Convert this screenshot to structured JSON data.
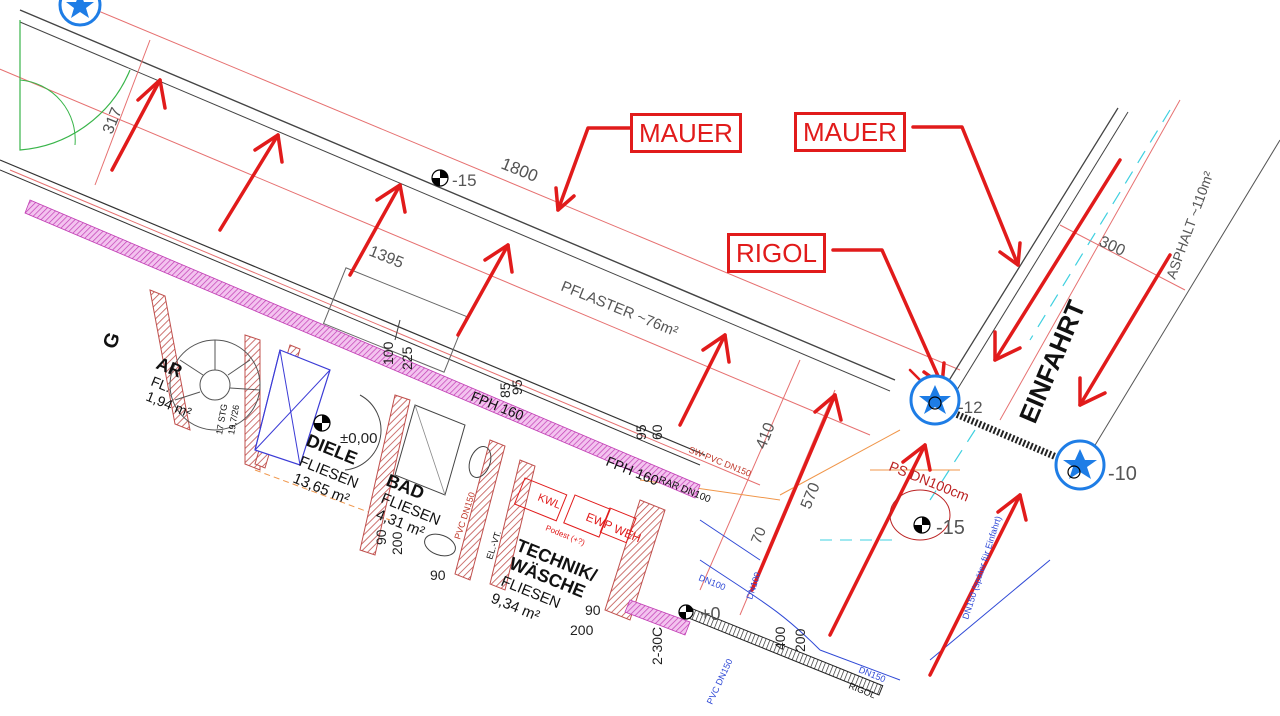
{
  "callouts": {
    "mauer_1": "MAUER",
    "mauer_2": "MAUER",
    "rigol": "RIGOL"
  },
  "dimensions": {
    "d317": "317",
    "d1800": "1800",
    "d1395": "1395",
    "d300": "300",
    "d410": "410",
    "d570": "570",
    "d70": "70",
    "d100": "100",
    "d225": "225",
    "d95a": "95",
    "d85": "85",
    "d95b": "95",
    "d60": "60",
    "d90a": "90",
    "d200a": "200",
    "d90b": "90",
    "d90c": "90",
    "d200b": "200",
    "d400": "400",
    "d200c": "200",
    "d230": "2-30C"
  },
  "levels": {
    "l15a": "-15",
    "l000": "±0,00",
    "l12": "-12",
    "l10": "-10",
    "l15b": "-15",
    "l0": "+0"
  },
  "areas": {
    "pflaster": "PFLASTER ~76m²",
    "asphalt": "ASPHALT ~110m²",
    "einfahrt": "EINFAHRT"
  },
  "rooms": {
    "ar_name": "AR",
    "ar_fl": "FL.",
    "ar_area": "1,94 m²",
    "diele_name": "DIELE",
    "diele_fl": "FLIESEN",
    "diele_area": "13,65 m²",
    "bad_name": "BAD",
    "bad_fl": "FLIESEN",
    "bad_area": "4,31 m²",
    "technik_name1": "TECHNIK/",
    "technik_name2": "WÄSCHE",
    "technik_fl": "FLIESEN",
    "technik_area": "9,34 m²",
    "left_fragment": "G"
  },
  "equipment": {
    "fph160a": "FPH 160",
    "fph160b": "FPH 160",
    "rar": "RAR DN100",
    "swpvc": "SW-PVC DN150",
    "ps": "PS DN100cm",
    "dn150_upper": "DN150 (später für Einfahrt)",
    "dn150_lower": "DN150",
    "dn100a": "DN100",
    "dn100b": "DN100",
    "pvc_dn150_a": "PVC DN150",
    "pvc_dn150_b": "PVC DN150",
    "rigol_lower": "RIGOL",
    "ewp": "EWP",
    "weh": "WEH",
    "kwl": "KWL",
    "elvt": "EL.-VT.",
    "podest": "Podest (+?)",
    "stg": "17 STG",
    "stg_val": "19,7/26"
  },
  "colors": {
    "red": "#e11b1b",
    "blue": "#1e7de6",
    "wall": "#c0504d",
    "pink": "#d64fc8"
  }
}
